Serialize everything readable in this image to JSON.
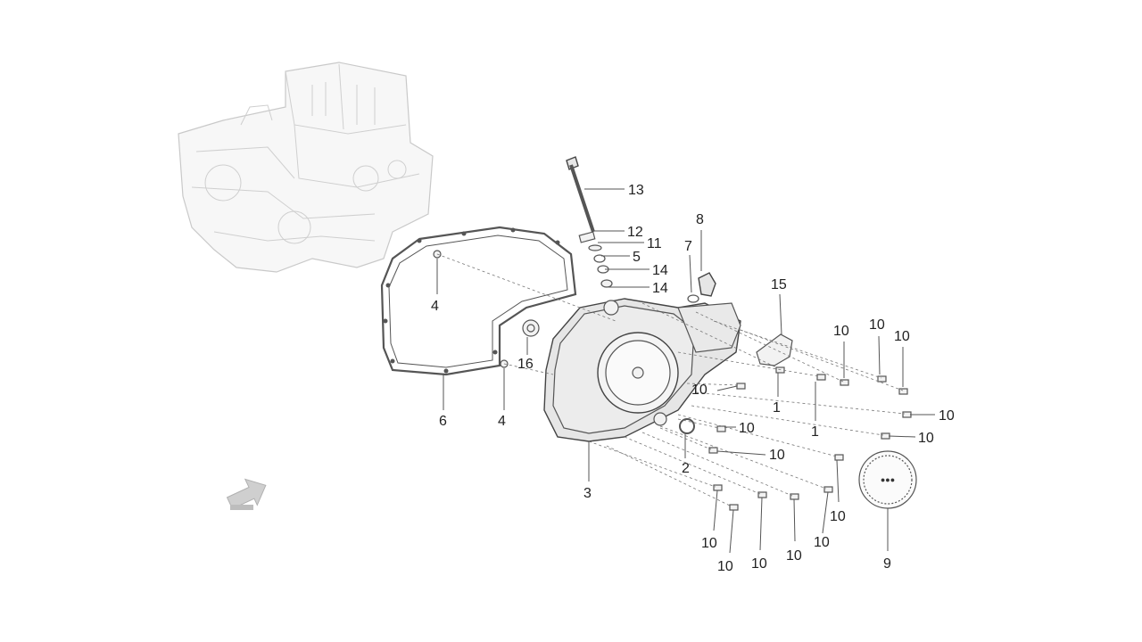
{
  "callouts": {
    "c13": "13",
    "c12": "12",
    "c11": "11",
    "c5": "5",
    "c14a": "14",
    "c14b": "14",
    "c8": "8",
    "c7": "7",
    "c15": "15",
    "c4a": "4",
    "c4b": "4",
    "c16": "16",
    "c6": "6",
    "c3": "3",
    "c2": "2",
    "c1a": "1",
    "c1b": "1",
    "c9": "9",
    "c10a": "10",
    "c10b": "10",
    "c10c": "10",
    "c10d": "10",
    "c10e": "10",
    "c10f": "10",
    "c10g": "10",
    "c10h": "10",
    "c10i": "10",
    "c10j": "10",
    "c10k": "10",
    "c10l": "10",
    "c10m": "10",
    "c10n": "10"
  },
  "colors": {
    "ink": "#222222",
    "part_fill": "#f2f2f2",
    "ghost_fill": "#f7f7f7",
    "arrow_fill": "#bdbdbd"
  },
  "icons": {
    "direction_arrow": "direction-arrow-icon"
  }
}
